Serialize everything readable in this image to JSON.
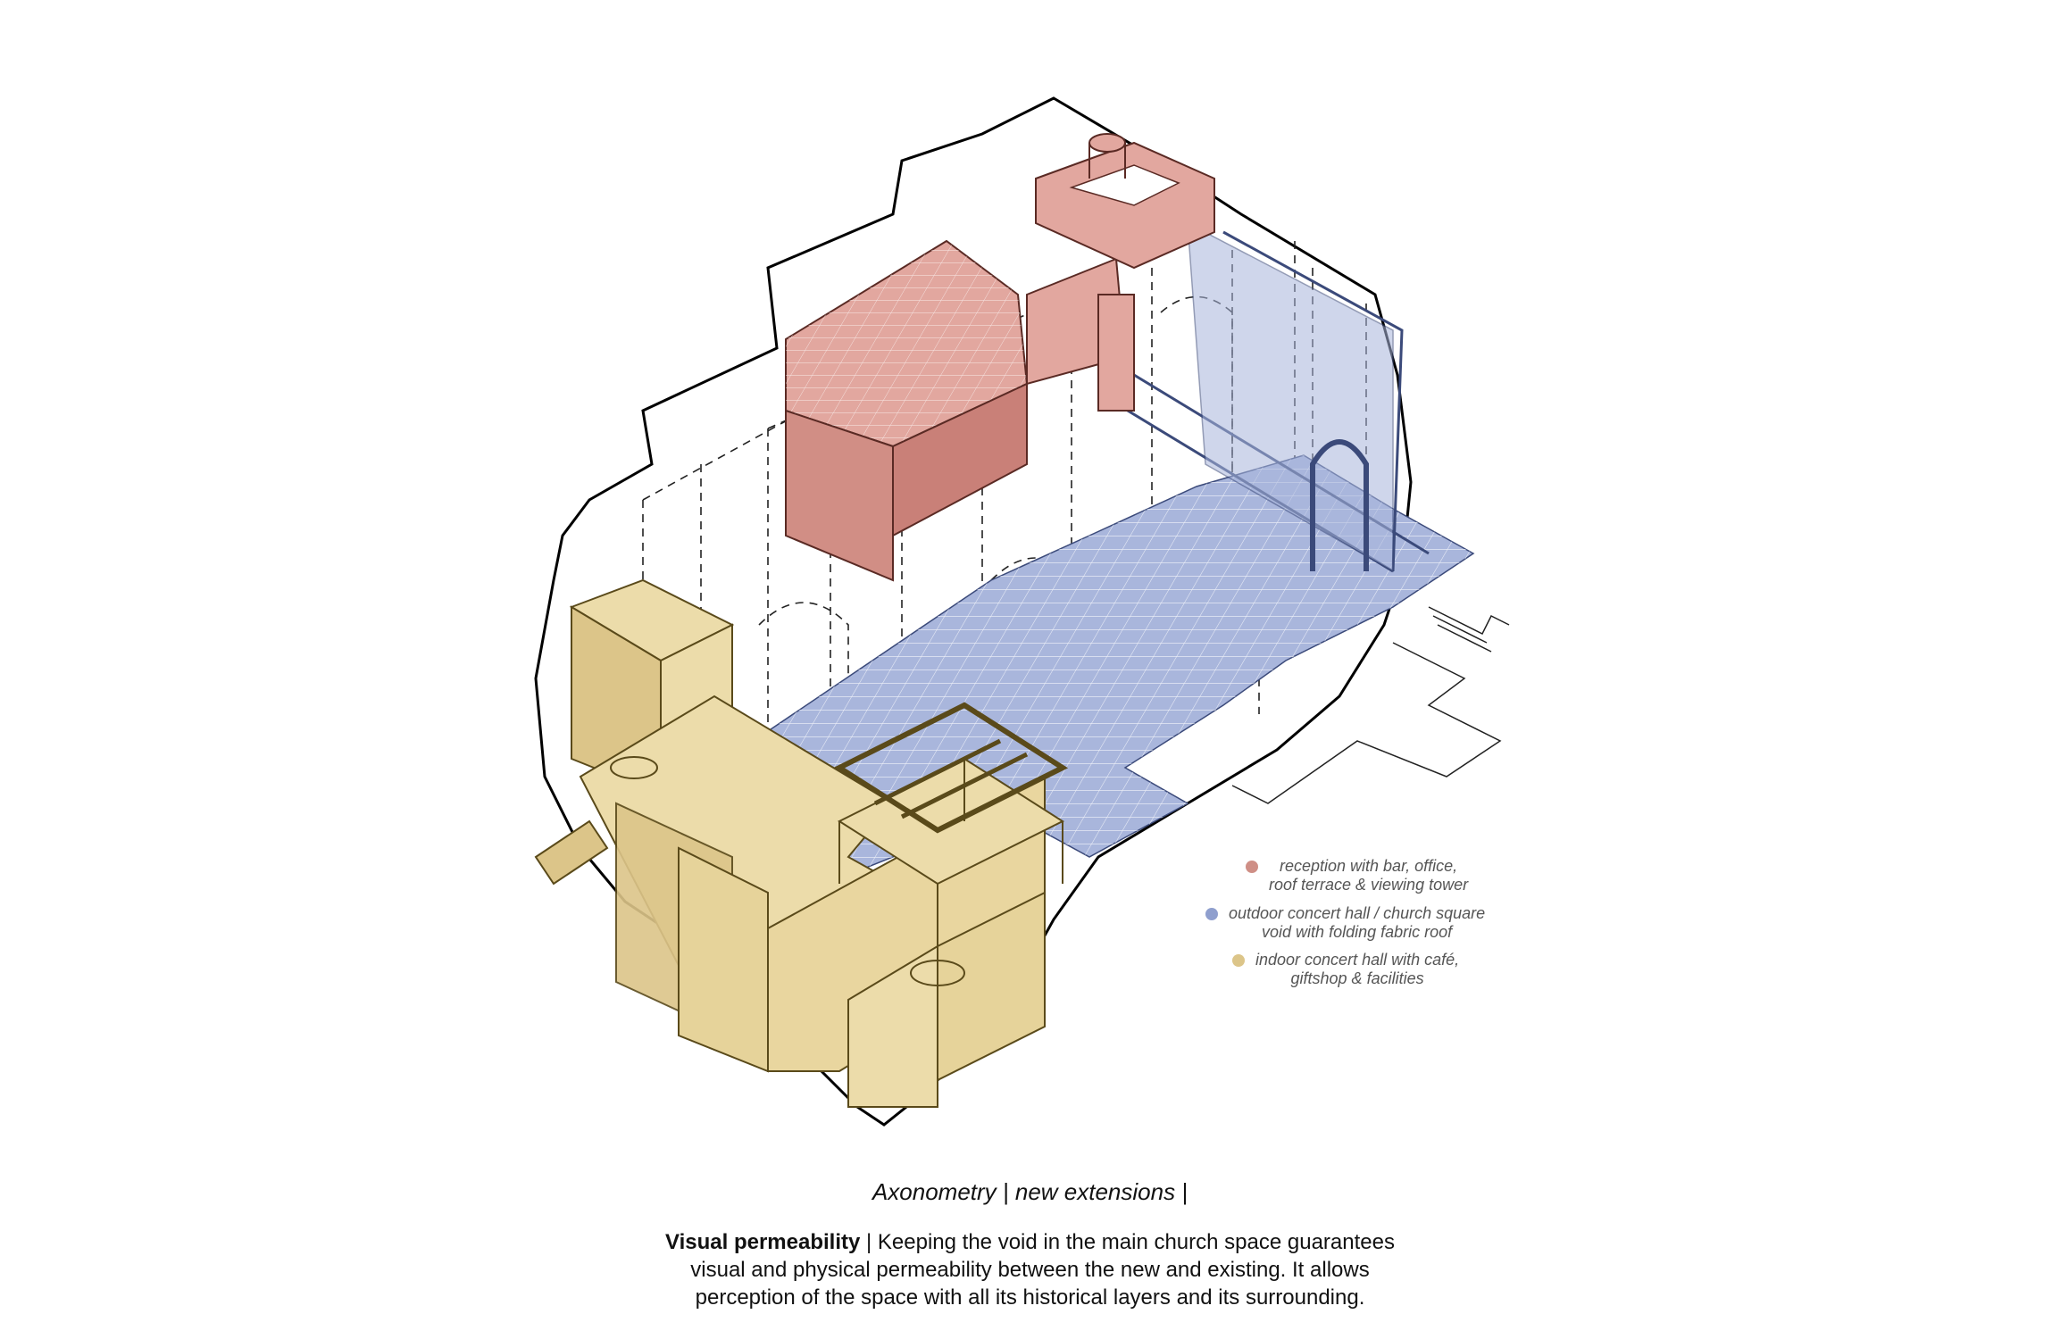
{
  "legend": [
    {
      "color": "#cf8f86",
      "lines": [
        "reception with bar, office,",
        "roof terrace & viewing tower"
      ]
    },
    {
      "color": "#8f9fce",
      "lines": [
        "outdoor concert hall / church square",
        "void with folding fabric roof"
      ]
    },
    {
      "color": "#dcc589",
      "lines": [
        "indoor concert hall with café,",
        "giftshop & facilities"
      ]
    }
  ],
  "caption": {
    "title": "Axonometry | new extensions |",
    "lead": "Visual permeability",
    "line1": " | Keeping the void in the main church space guarantees",
    "line2": "visual and physical permeability between the new and existing. It allows",
    "line3": "perception of the space with all its historical layers and its surrounding."
  },
  "colors": {
    "reception": "#e2a79f",
    "concert_square": "#a9b6dc",
    "indoor_hall": "#ecdcaa",
    "outline": "#000000"
  }
}
